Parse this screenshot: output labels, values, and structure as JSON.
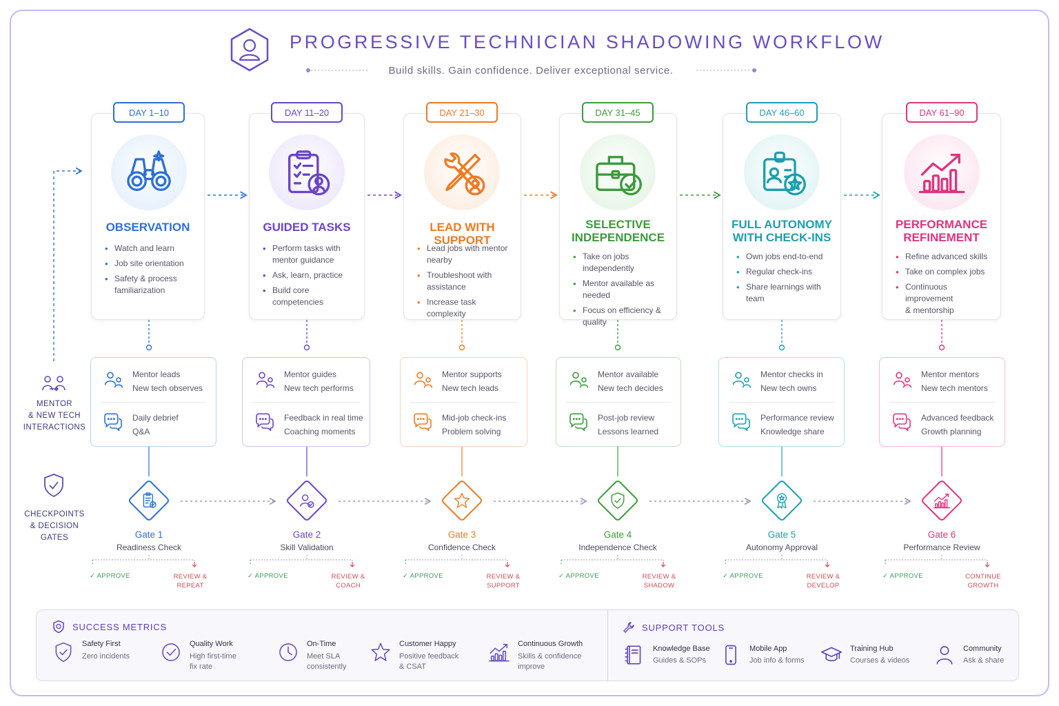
{
  "header": {
    "title": "PROGRESSIVE TECHNICIAN SHADOWING WORKFLOW",
    "subtitle": "Build skills. Gain confidence. Deliver exceptional service.",
    "icon": "user-hexagon-icon"
  },
  "stages": [
    {
      "day": "DAY 1–10",
      "color": "#2d6fd6",
      "tint": "#e8f1fc",
      "icon": "binoculars-icon",
      "title": [
        "OBSERVATION"
      ],
      "bullets": [
        [
          "Watch and learn"
        ],
        [
          "Job site orientation"
        ],
        [
          "Safety & process",
          "familiarization"
        ]
      ]
    },
    {
      "day": "DAY 11–20",
      "color": "#6a44c8",
      "tint": "#efeafb",
      "icon": "clipboard-user-icon",
      "title": [
        "GUIDED TASKS"
      ],
      "bullets": [
        [
          "Perform tasks with",
          "mentor guidance"
        ],
        [
          "Ask, learn, practice"
        ],
        [
          "Build core competencies"
        ]
      ]
    },
    {
      "day": "DAY 21–30",
      "color": "#ee7a22",
      "tint": "#fdefe3",
      "icon": "tools-icon",
      "title": [
        "LEAD WITH SUPPORT"
      ],
      "bullets": [
        [
          "Lead jobs with mentor",
          "nearby"
        ],
        [
          "Troubleshoot with",
          "assistance"
        ],
        [
          "Increase task complexity"
        ]
      ]
    },
    {
      "day": "DAY 31–45",
      "color": "#3c9a3c",
      "tint": "#e9f6e8",
      "icon": "toolbox-check-icon",
      "title": [
        "SELECTIVE",
        "INDEPENDENCE"
      ],
      "bullets": [
        [
          "Take on jobs independently"
        ],
        [
          "Mentor available as",
          "needed"
        ],
        [
          "Focus on efficiency &",
          "quality"
        ]
      ]
    },
    {
      "day": "DAY 46–60",
      "color": "#1b9fae",
      "tint": "#e4f5f6",
      "icon": "badge-star-icon",
      "title": [
        "FULL AUTONOMY",
        "WITH CHECK-INS"
      ],
      "bullets": [
        [
          "Own jobs end-to-end"
        ],
        [
          "Regular check-ins"
        ],
        [
          "Share learnings with",
          "team"
        ]
      ]
    },
    {
      "day": "DAY 61–90",
      "color": "#e0337f",
      "tint": "#fce8f1",
      "icon": "chart-growth-icon",
      "title": [
        "PERFORMANCE",
        "REFINEMENT"
      ],
      "bullets": [
        [
          "Refine advanced skills"
        ],
        [
          "Take on complex jobs"
        ],
        [
          "Continuous improvement",
          "& mentorship"
        ]
      ]
    }
  ],
  "interactions_label": [
    "MENTOR",
    "& NEW TECH",
    "INTERACTIONS"
  ],
  "interactions": [
    {
      "top": [
        "Mentor leads",
        "New tech observes"
      ],
      "bottom": [
        "Daily debrief",
        "Q&A"
      ]
    },
    {
      "top": [
        "Mentor guides",
        "New tech performs"
      ],
      "bottom": [
        "Feedback in real time",
        "Coaching moments"
      ]
    },
    {
      "top": [
        "Mentor supports",
        "New tech leads"
      ],
      "bottom": [
        "Mid-job check-ins",
        "Problem solving"
      ]
    },
    {
      "top": [
        "Mentor available",
        "New tech decides"
      ],
      "bottom": [
        "Post-job review",
        "Lessons learned"
      ]
    },
    {
      "top": [
        "Mentor checks in",
        "New tech owns"
      ],
      "bottom": [
        "Performance review",
        "Knowledge share"
      ]
    },
    {
      "top": [
        "Mentor mentors",
        "New tech mentors"
      ],
      "bottom": [
        "Advanced feedback",
        "Growth planning"
      ]
    }
  ],
  "gates_label": [
    "CHECKPOINTS",
    "& DECISION",
    "GATES"
  ],
  "gates": [
    {
      "name": "Gate 1",
      "check": "Readiness Check",
      "approve": "APPROVE",
      "review": [
        "REVIEW &",
        "REPEAT"
      ],
      "icon": "clipboard-check-icon"
    },
    {
      "name": "Gate 2",
      "check": "Skill Validation",
      "approve": "APPROVE",
      "review": [
        "REVIEW &",
        "COACH"
      ],
      "icon": "user-check-icon"
    },
    {
      "name": "Gate 3",
      "check": "Confidence Check",
      "approve": "APPROVE",
      "review": [
        "REVIEW &",
        "SUPPORT"
      ],
      "icon": "star-icon"
    },
    {
      "name": "Gate 4",
      "check": "Independence Check",
      "approve": "APPROVE",
      "review": [
        "REVIEW &",
        "SHADOW"
      ],
      "icon": "shield-check-icon"
    },
    {
      "name": "Gate 5",
      "check": "Autonomy Approval",
      "approve": "APPROVE",
      "review": [
        "REVIEW &",
        "DEVELOP"
      ],
      "icon": "award-ribbon-icon"
    },
    {
      "name": "Gate 6",
      "check": "Performance Review",
      "approve": "APPROVE",
      "review": [
        "CONTINUE",
        "GROWTH"
      ],
      "icon": "chart-growth-icon"
    }
  ],
  "success_metrics": {
    "title": "SUCCESS METRICS",
    "items": [
      {
        "head": "Safety First",
        "lines": [
          "Zero incidents"
        ],
        "icon": "shield-check-icon"
      },
      {
        "head": "Quality Work",
        "lines": [
          "High first-time",
          "fix rate"
        ],
        "icon": "check-circle-icon"
      },
      {
        "head": "On-Time",
        "lines": [
          "Meet SLA",
          "consistently"
        ],
        "icon": "clock-icon"
      },
      {
        "head": "Customer Happy",
        "lines": [
          "Positive feedback",
          "& CSAT"
        ],
        "icon": "star-icon"
      },
      {
        "head": "Continuous Growth",
        "lines": [
          "Skills & confidence",
          "improve"
        ],
        "icon": "chart-growth-icon"
      }
    ]
  },
  "support_tools": {
    "title": "SUPPORT TOOLS",
    "items": [
      {
        "head": "Knowledge Base",
        "lines": [
          "Guides & SOPs"
        ],
        "icon": "book-icon"
      },
      {
        "head": "Mobile App",
        "lines": [
          "Job info & forms"
        ],
        "icon": "phone-icon"
      },
      {
        "head": "Training Hub",
        "lines": [
          "Courses & videos"
        ],
        "icon": "graduation-cap-icon"
      },
      {
        "head": "Community",
        "lines": [
          "Ask & share"
        ],
        "icon": "person-icon"
      }
    ]
  }
}
